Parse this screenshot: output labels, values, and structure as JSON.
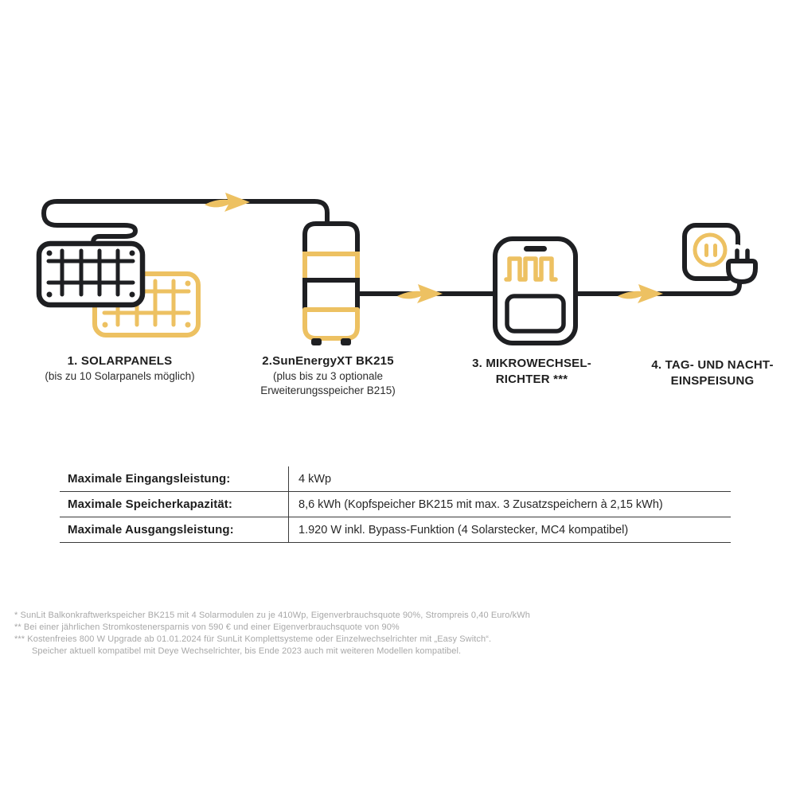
{
  "colors": {
    "gold": "#EDC162",
    "ink": "#1E1F22",
    "table_line": "#3B3B3B",
    "footnote_gray": "#A8A8A8"
  },
  "diagram": {
    "steps": [
      {
        "title": "1. SOLARPANELS",
        "subtitle": "(bis zu 10 Solarpanels möglich)"
      },
      {
        "title": "2.SunEnergyXT BK215",
        "subtitle": "(plus bis zu 3 optionale Erweiterungsspeicher B215)"
      },
      {
        "title_line1": "3. MIKROWECHSEL-",
        "title_line2": "RICHTER ***"
      },
      {
        "title_line1": "4. TAG- UND NACHT-",
        "title_line2": "EINSPEISUNG"
      }
    ],
    "icons": [
      "solar-panel",
      "battery-storage",
      "micro-inverter",
      "outlet-plug"
    ]
  },
  "spec_table": {
    "rows": [
      {
        "label": "Maximale Eingangsleistung:",
        "value": "4 kWp"
      },
      {
        "label": "Maximale Speicherkapazität:",
        "value": "8,6 kWh (Kopfspeicher BK215 mit max. 3 Zusatzspeichern à 2,15 kWh)"
      },
      {
        "label": "Maximale Ausgangsleistung:",
        "value": "1.920 W inkl. Bypass-Funktion (4 Solarstecker, MC4 kompatibel)"
      }
    ]
  },
  "footnotes": {
    "line1": "* SunLit Balkonkraftwerkspeicher BK215 mit 4 Solarmodulen zu je 410Wp, Eigenverbrauchsquote 90%, Strompreis 0,40 Euro/kWh",
    "line2": "** Bei einer jährlichen Stromkostenersparnis von 590 € und einer Eigenverbrauchsquote von 90%",
    "line3": "*** Kostenfreies 800 W Upgrade ab 01.01.2024 für SunLit Komplettsysteme oder Einzelwechselrichter mit „Easy Switch“.",
    "line4": "Speicher aktuell kompatibel mit Deye Wechselrichter, bis Ende 2023 auch mit weiteren Modellen kompatibel."
  }
}
